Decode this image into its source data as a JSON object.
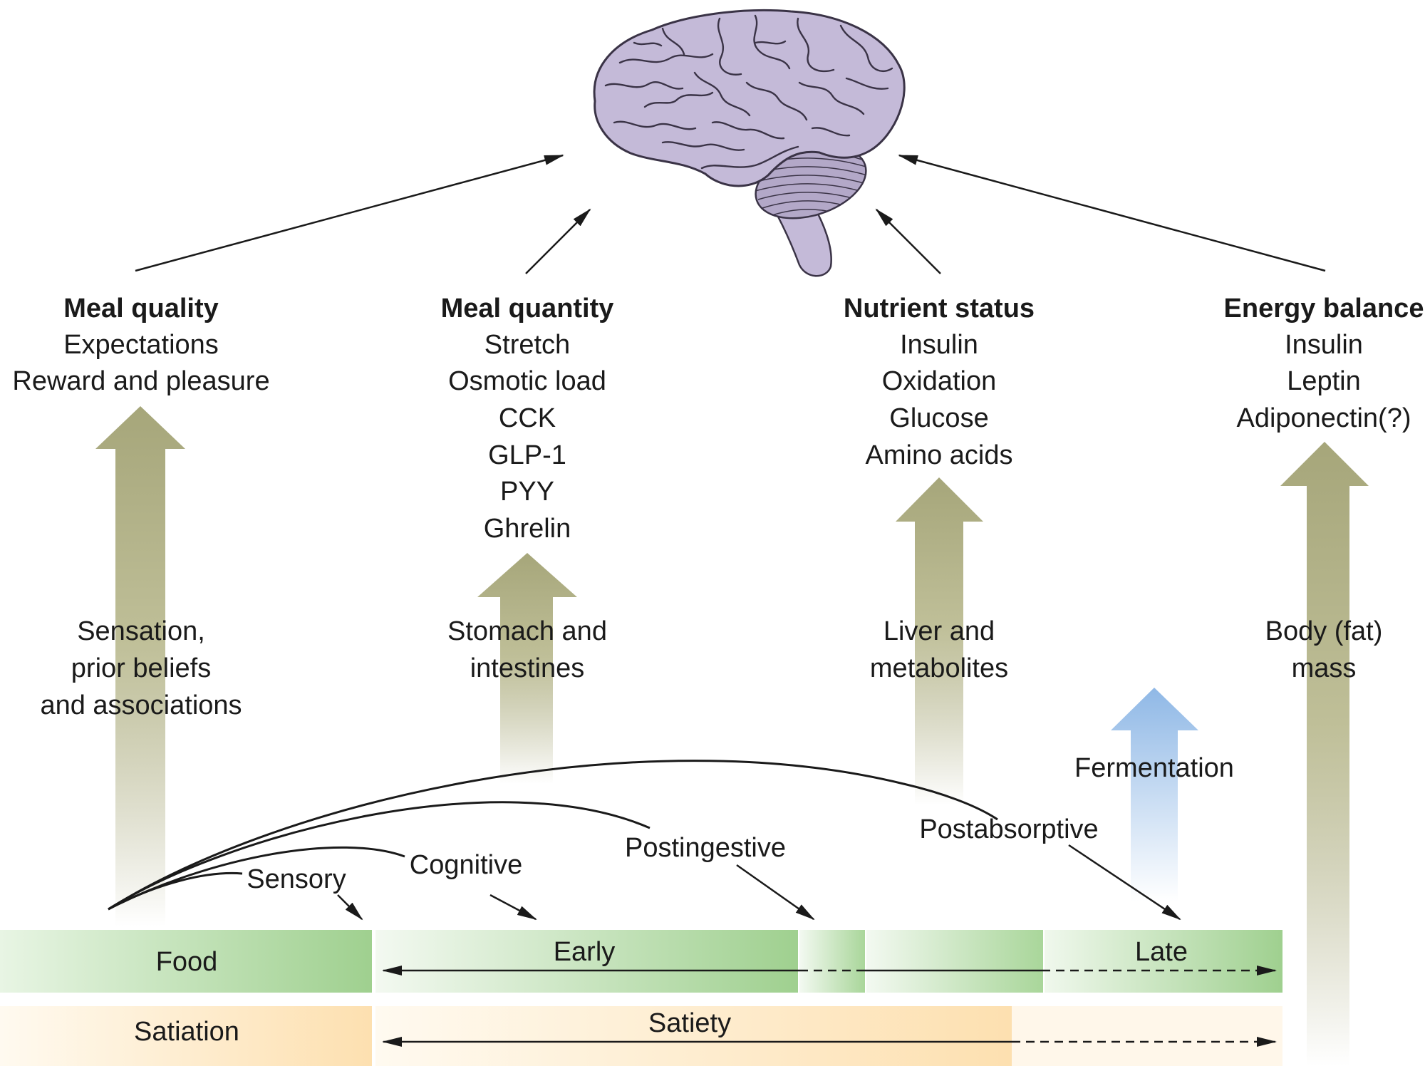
{
  "columns": [
    {
      "heading": "Meal quality",
      "items": [
        "Expectations",
        "Reward and pleasure"
      ],
      "source": [
        "Sensation,",
        "prior beliefs",
        "and associations"
      ]
    },
    {
      "heading": "Meal quantity",
      "items": [
        "Stretch",
        "Osmotic load",
        "CCK",
        "GLP-1",
        "PYY",
        "Ghrelin"
      ],
      "source": [
        "Stomach and",
        "intestines"
      ]
    },
    {
      "heading": "Nutrient status",
      "items": [
        "Insulin",
        "Oxidation",
        "Glucose",
        "Amino acids"
      ],
      "source": [
        "Liver and",
        "metabolites"
      ]
    },
    {
      "heading": "Energy balance",
      "items": [
        "Insulin",
        "Leptin",
        "Adiponectin(?)"
      ],
      "source": [
        "Body (fat)",
        "mass"
      ]
    }
  ],
  "fermentation": "Fermentation",
  "phases": {
    "sensory": "Sensory",
    "cognitive": "Cognitive",
    "postingestive": "Postingestive",
    "postabsorptive": "Postabsorptive"
  },
  "timeline": {
    "food": "Food",
    "early": "Early",
    "late": "Late",
    "satiation": "Satiation",
    "satiety": "Satiety"
  },
  "colors": {
    "olive_arrow": "#a6a67a",
    "blue_arrow": "#8fb8e6",
    "green_band": "#9fd08f",
    "orange_band": "#fde0b0",
    "brain": "#c4bad8",
    "brain_outline": "#3a3346"
  }
}
